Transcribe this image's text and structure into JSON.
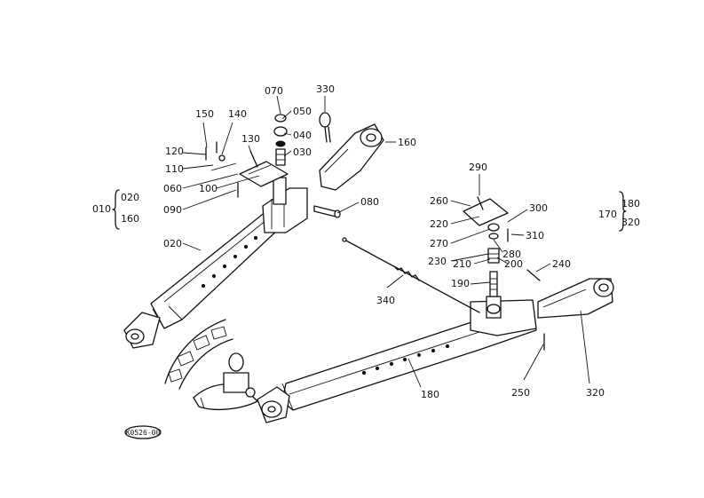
{
  "diagram": {
    "reference_code": "K0526-00",
    "labels": {
      "p010": "010",
      "p020": "020",
      "p030": "030",
      "p040": "040",
      "p050": "050",
      "p060": "060",
      "p070": "070",
      "p080": "080",
      "p090": "090",
      "p100": "100",
      "p110": "110",
      "p120": "120",
      "p130": "130",
      "p140": "140",
      "p150": "150",
      "p160": "160",
      "p170": "170",
      "p180": "180",
      "p190": "190",
      "p200": "200",
      "p210": "210",
      "p220": "220",
      "p230": "230",
      "p240": "240",
      "p250": "250",
      "p260": "260",
      "p270": "270",
      "p280": "280",
      "p290": "290",
      "p300": "300",
      "p310": "310",
      "p320": "320",
      "p330": "330",
      "p340": "340"
    },
    "groups": {
      "left": {
        "parent": "010",
        "members": [
          "020",
          "160"
        ]
      },
      "right": {
        "parent": "170",
        "members": [
          "180",
          "320"
        ]
      }
    }
  }
}
